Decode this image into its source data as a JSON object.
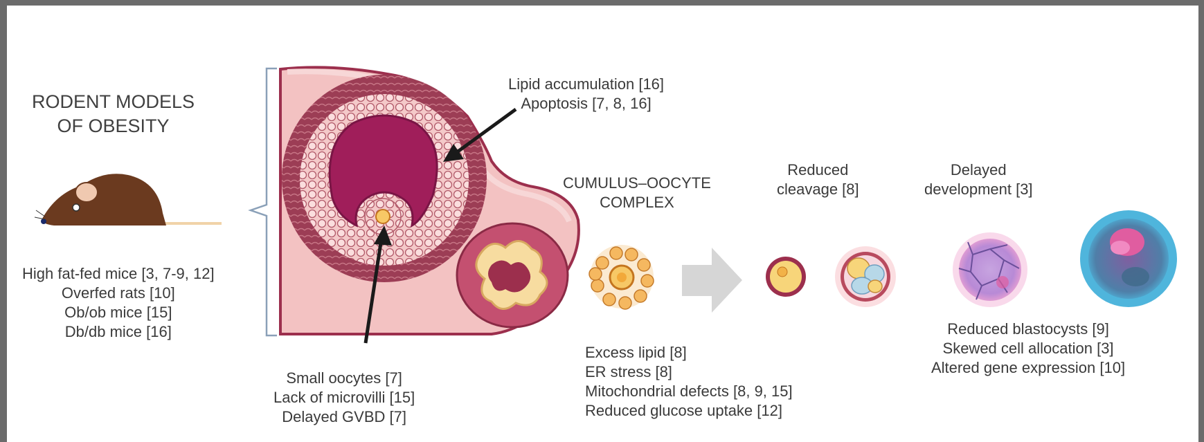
{
  "title": {
    "line1": "RODENT MODELS",
    "line2": "OF OBESITY"
  },
  "models": [
    "High fat-fed mice [3, 7-9, 12]",
    "Overfed rats [10]",
    "Ob/ob mice [15]",
    "Db/db mice [16]"
  ],
  "follicle_findings": [
    "Lipid accumulation [16]",
    "Apoptosis [7, 8, 16]"
  ],
  "oocyte_findings": [
    "Small oocytes [7]",
    "Lack of microvilli [15]",
    "Delayed GVBD [7]"
  ],
  "coc": {
    "line1": "CUMULUS–OOCYTE",
    "line2": "COMPLEX"
  },
  "coc_findings": [
    "Excess lipid [8]",
    "ER stress [8]",
    "Mitochondrial defects [8, 9, 15]",
    "Reduced glucose uptake [12]"
  ],
  "cleavage": {
    "line1": "Reduced",
    "line2": "cleavage [8]"
  },
  "development": {
    "line1": "Delayed",
    "line2": "development [3]"
  },
  "blastocyst_findings": [
    "Reduced blastocysts [9]",
    "Skewed cell allocation [3]",
    "Altered gene expression [10]"
  ],
  "colors": {
    "follicle_dark": "#8a2a45",
    "follicle_pink": "#e9a3aa",
    "tissue": "#f3c2c2",
    "mouse": "#6b3a1f",
    "arrow_gray": "#d6d6d6",
    "blastocyst_blue": "#5bb6d6",
    "blastocyst_magenta": "#d04fa0"
  }
}
